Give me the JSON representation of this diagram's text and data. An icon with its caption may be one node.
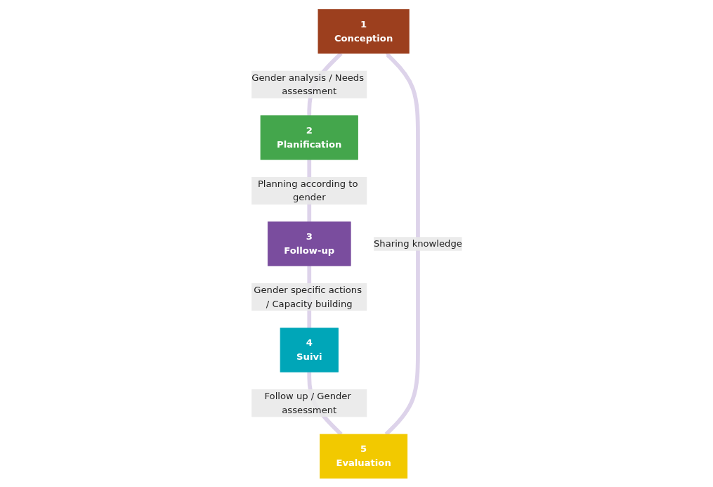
{
  "diagram": {
    "nodes": [
      {
        "text": [
          "1",
          "Conception"
        ]
      },
      {
        "text": [
          "2",
          "Planification"
        ]
      },
      {
        "text": [
          "3",
          "Follow-up"
        ]
      },
      {
        "text": [
          "4",
          "Suivi"
        ]
      },
      {
        "text": [
          "5",
          "Evaluation"
        ]
      }
    ],
    "edges": [
      {
        "from": 0,
        "to": 1,
        "arrow": "none",
        "label": "Gender analysis / Needs assessment"
      },
      {
        "from": 1,
        "to": 2,
        "arrow": "none",
        "label": "Planning according to gender"
      },
      {
        "from": 2,
        "to": 3,
        "arrow": "none",
        "label": "Gender specific actions / Capacity building"
      },
      {
        "from": 3,
        "to": 4,
        "arrow": "none",
        "label": "Follow up / Gender assessment"
      },
      {
        "from": 4,
        "to": 0,
        "arrow": "to",
        "label": "Sharing knowledge"
      }
    ]
  }
}
